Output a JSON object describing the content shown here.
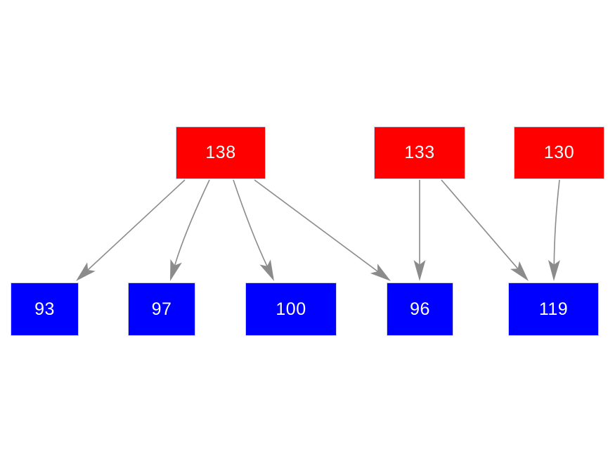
{
  "diagram": {
    "type": "directed-graph",
    "title": "",
    "background_color": "#ffffff",
    "edge_color": "#8b8b8b",
    "node_text_color": "#ffffff",
    "parent_node_color": "#ff0000",
    "child_node_color": "#0000ff",
    "nodes": [
      {
        "id": "138",
        "label": "138",
        "role": "parent",
        "color": "#ff0000"
      },
      {
        "id": "133",
        "label": "133",
        "role": "parent",
        "color": "#ff0000"
      },
      {
        "id": "130",
        "label": "130",
        "role": "parent",
        "color": "#ff0000"
      },
      {
        "id": "93",
        "label": "93",
        "role": "child",
        "color": "#0000ff"
      },
      {
        "id": "97",
        "label": "97",
        "role": "child",
        "color": "#0000ff"
      },
      {
        "id": "100",
        "label": "100",
        "role": "child",
        "color": "#0000ff"
      },
      {
        "id": "96",
        "label": "96",
        "role": "child",
        "color": "#0000ff"
      },
      {
        "id": "119",
        "label": "119",
        "role": "child",
        "color": "#0000ff"
      }
    ],
    "edges": [
      {
        "from": "138",
        "to": "93"
      },
      {
        "from": "138",
        "to": "97"
      },
      {
        "from": "138",
        "to": "100"
      },
      {
        "from": "138",
        "to": "96"
      },
      {
        "from": "133",
        "to": "96"
      },
      {
        "from": "133",
        "to": "119"
      },
      {
        "from": "130",
        "to": "119"
      }
    ]
  }
}
